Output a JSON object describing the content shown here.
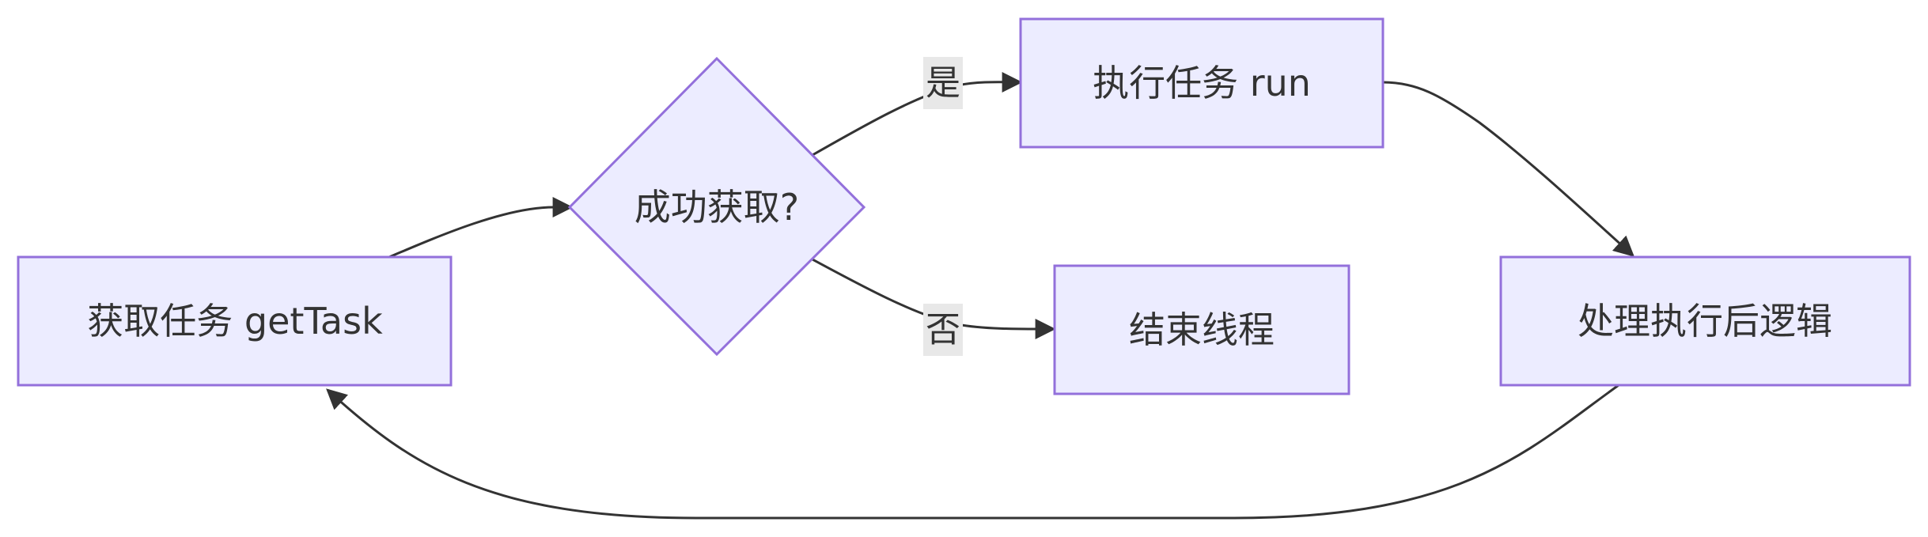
{
  "nodes": {
    "get_task": "获取任务 getTask",
    "decision": "成功获取?",
    "run_task": "执行任务 run",
    "end_thread": "结束线程",
    "after_run": "处理执行后逻辑"
  },
  "edges": {
    "yes_label": "是",
    "no_label": "否"
  },
  "colors": {
    "node_fill": "#ececff",
    "node_stroke": "#9370db",
    "edge": "#333333",
    "edge_label_bg": "#e8e8e8"
  }
}
